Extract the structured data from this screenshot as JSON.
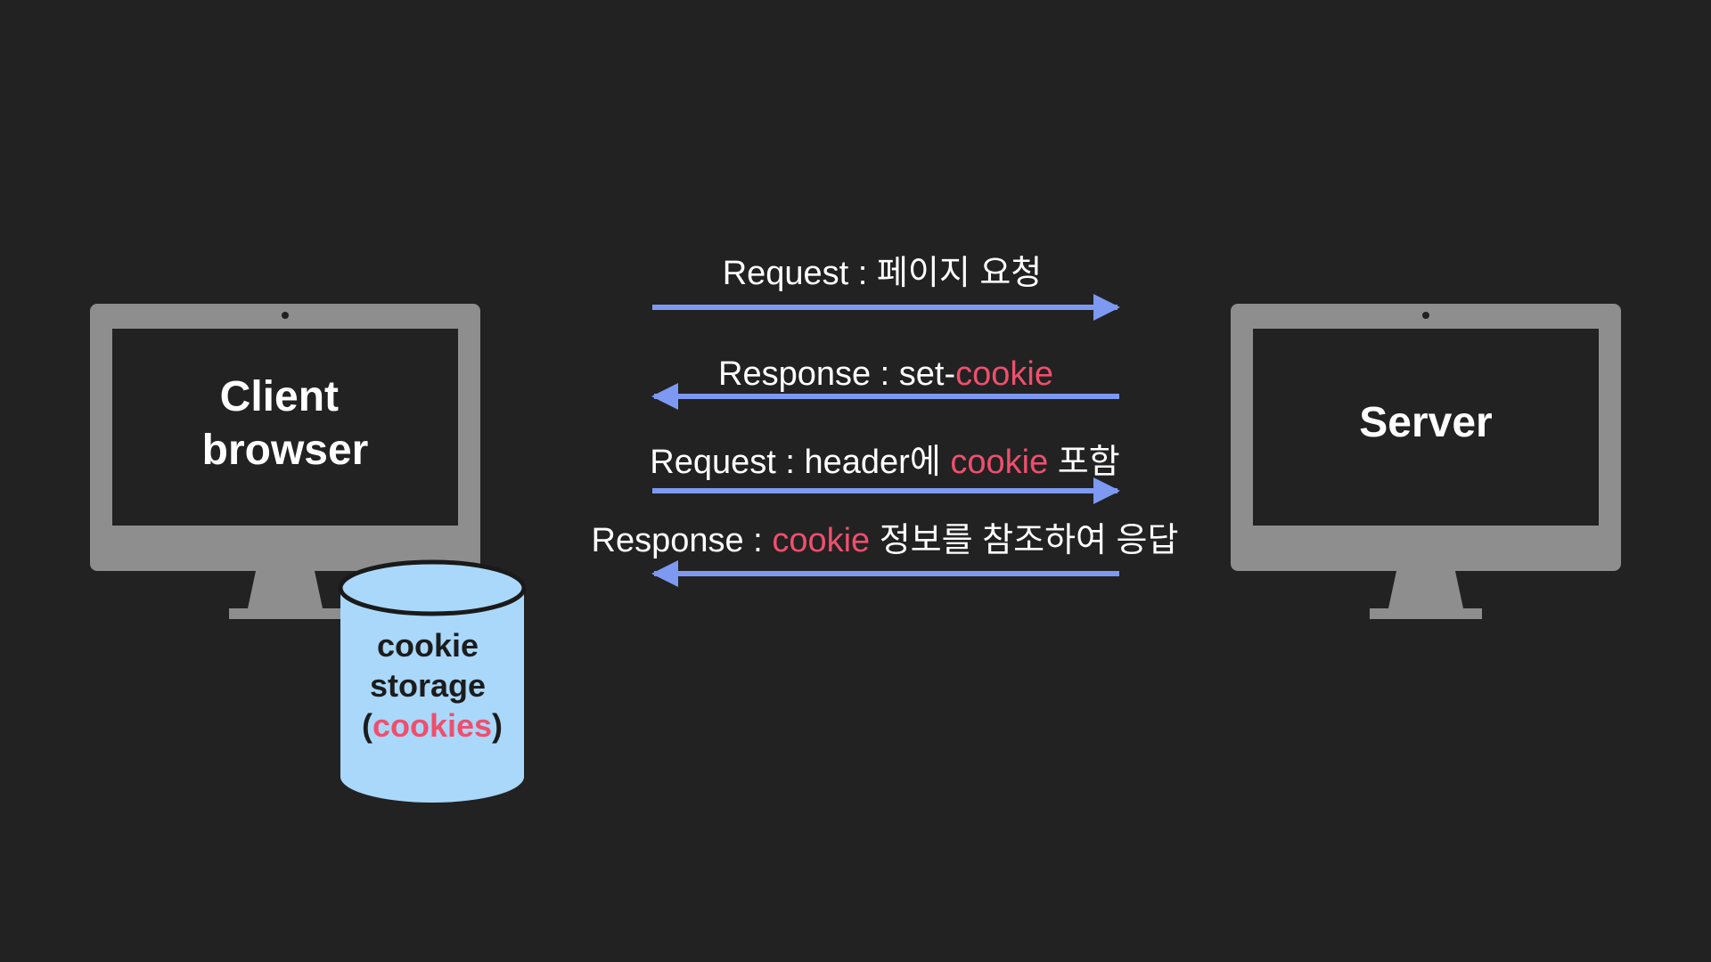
{
  "colors": {
    "background": "#222222",
    "monitor": "#8e8e8e",
    "screen": "#222222",
    "arrow": "#7d99f2",
    "accent": "#ef4f6e",
    "storage_fill": "#a9d8fb"
  },
  "client": {
    "label_line1": "Client",
    "label_line2": "browser"
  },
  "server": {
    "label": "Server"
  },
  "storage": {
    "line1": "cookie",
    "line2": "storage",
    "line3_open": "(",
    "line3_accent": "cookies",
    "line3_close": ")"
  },
  "messages": [
    {
      "direction": "to-server",
      "prefix": "Request : 페이지 요청",
      "accent": "",
      "suffix": ""
    },
    {
      "direction": "to-client",
      "prefix": "Response : set-",
      "accent": "cookie",
      "suffix": ""
    },
    {
      "direction": "to-server",
      "prefix": "Request : header에 ",
      "accent": "cookie",
      "suffix": " 포함"
    },
    {
      "direction": "to-client",
      "prefix": "Response : ",
      "accent": "cookie",
      "suffix": " 정보를 참조하여 응답"
    }
  ]
}
